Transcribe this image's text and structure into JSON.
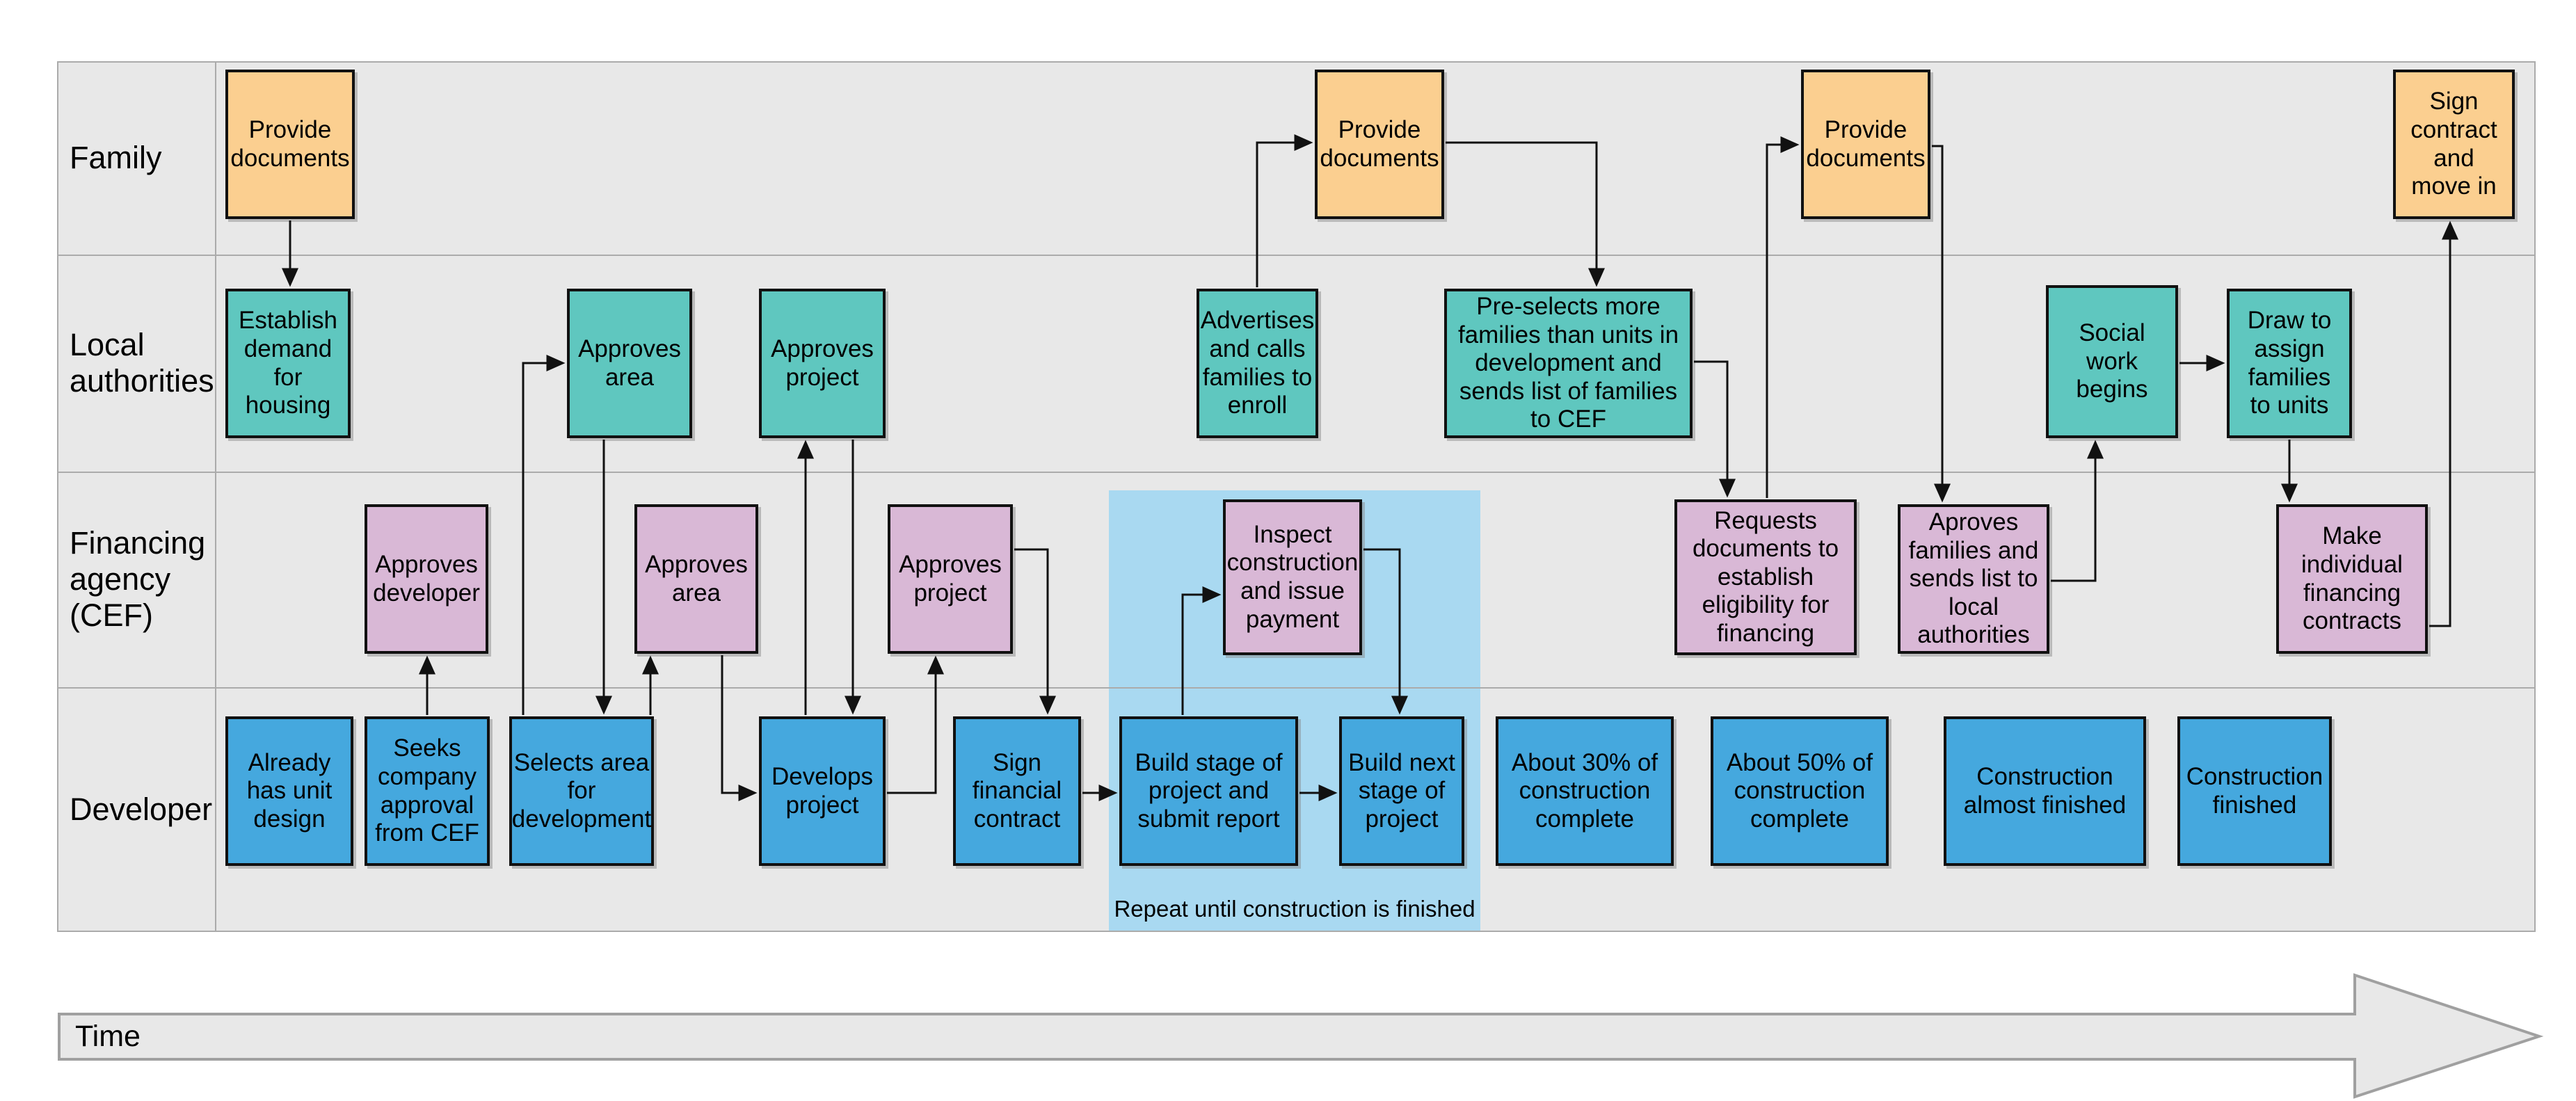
{
  "diagram": {
    "lanes": [
      {
        "id": "family",
        "label": "Family"
      },
      {
        "id": "local",
        "label": "Local authorities"
      },
      {
        "id": "cef",
        "label": "Financing agency (CEF)"
      },
      {
        "id": "developer",
        "label": "Developer"
      }
    ],
    "nodes": {
      "f1": {
        "label": "Provide documents"
      },
      "f2": {
        "label": "Provide documents"
      },
      "f3": {
        "label": "Provide documents"
      },
      "f4": {
        "label": "Sign contract and move in"
      },
      "l1": {
        "label": "Establish demand for housing"
      },
      "l2": {
        "label": "Approves area"
      },
      "l3": {
        "label": "Approves project"
      },
      "l4": {
        "label": "Advertises and calls families to enroll"
      },
      "l5": {
        "label": "Pre-selects more families than units in development and sends list of families to CEF"
      },
      "l6": {
        "label": "Social work begins"
      },
      "l7": {
        "label": "Draw to assign families to units"
      },
      "c1": {
        "label": "Approves developer"
      },
      "c2": {
        "label": "Approves area"
      },
      "c3": {
        "label": "Approves project"
      },
      "c4": {
        "label": "Inspect construction and issue payment"
      },
      "c5": {
        "label": "Requests documents to establish eligibility for financing"
      },
      "c6": {
        "label": "Aproves families and sends list to local authorities"
      },
      "c7": {
        "label": "Make individual financing contracts"
      },
      "d1": {
        "label": "Already has unit design"
      },
      "d2": {
        "label": "Seeks company approval from CEF"
      },
      "d3": {
        "label": "Selects area for development"
      },
      "d4": {
        "label": "Develops project"
      },
      "d5": {
        "label": "Sign financial contract"
      },
      "d6": {
        "label": "Build stage of project and submit report"
      },
      "d7": {
        "label": "Build next stage of project"
      },
      "d8": {
        "label": "About 30% of construction complete"
      },
      "d9": {
        "label": "About 50% of construction complete"
      },
      "d10": {
        "label": "Construction almost finished"
      },
      "d11": {
        "label": "Construction finished"
      }
    },
    "repeat_region": {
      "label": "Repeat until construction is finished"
    },
    "time_axis": {
      "label": "Time"
    },
    "colors": {
      "family": "#fbcf90",
      "local": "#5fc7bf",
      "cef": "#d9b8d6",
      "developer": "#45a8de",
      "region": "#a9d9f1",
      "lane_bg": "#e8e8e8",
      "grid": "#ababab",
      "connector": "#111111",
      "time_fill": "#e8e8e8",
      "time_border": "#a0a0a0"
    }
  }
}
